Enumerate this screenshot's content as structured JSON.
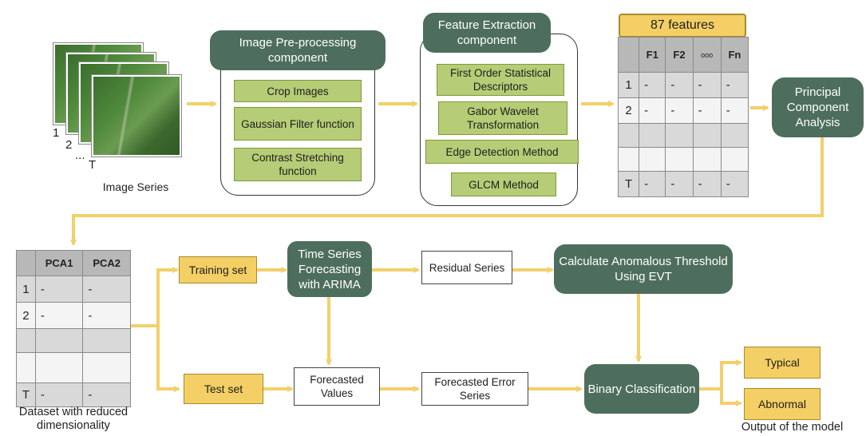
{
  "image_series": {
    "labels": [
      "1",
      "2",
      "...",
      "T"
    ],
    "caption": "Image Series"
  },
  "preprocessing": {
    "title": "Image Pre-processing component",
    "steps": [
      "Crop Images",
      "Gaussian Filter function",
      "Contrast Stretching function"
    ]
  },
  "feature_extraction": {
    "title": "Feature Extraction component",
    "steps": [
      "First Order Statistical Descriptors",
      "Gabor Wavelet Transformation",
      "Edge Detection Method",
      "GLCM Method"
    ]
  },
  "features_table": {
    "badge": "87 features",
    "headers": [
      "",
      "F1",
      "F2",
      "ooo",
      "Fn"
    ],
    "row_labels": [
      "1",
      "2",
      "",
      "",
      "T"
    ],
    "cell": "-"
  },
  "pca": {
    "label": "Principal Component Analysis"
  },
  "reduced_table": {
    "headers": [
      "",
      "PCA1",
      "PCA2"
    ],
    "row_labels": [
      "1",
      "2",
      "",
      "",
      "T"
    ],
    "cell": "-",
    "caption": "Dataset with reduced dimensionality"
  },
  "flow": {
    "training_set": "Training set",
    "test_set": "Test set",
    "arima": "Time Series Forecasting with ARIMA",
    "residual": "Residual Series",
    "threshold": "Calculate Anomalous Threshold Using EVT",
    "forecasted_values": "Forecasted Values",
    "forecasted_error": "Forecasted Error Series",
    "classification": "Binary Classification",
    "typical": "Typical",
    "abnormal": "Abnormal",
    "output_caption": "Output of the model"
  },
  "colors": {
    "dark_green": "#4e6e5d",
    "light_green": "#b6cc76",
    "yellow": "#f4cf65",
    "arrow": "#f2d06b"
  }
}
